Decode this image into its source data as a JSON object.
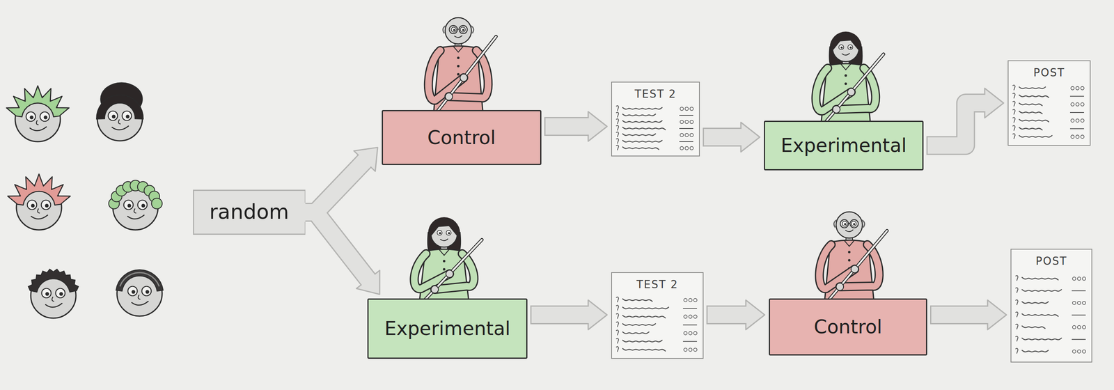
{
  "diagram": {
    "nodes": [
      {
        "text": [
          "random"
        ]
      },
      {
        "text": [
          "Control"
        ]
      },
      {
        "text": [
          "TEST 2"
        ]
      },
      {
        "text": [
          "Experimental"
        ]
      },
      {
        "text": [
          "POST"
        ]
      },
      {
        "text": [
          "Experimental"
        ]
      },
      {
        "text": [
          "TEST 2"
        ]
      },
      {
        "text": [
          "Control"
        ]
      },
      {
        "text": [
          "POST"
        ]
      }
    ],
    "edges": [
      {
        "from": 0,
        "to": 1,
        "arrow": "to"
      },
      {
        "from": 0,
        "to": 5,
        "arrow": "to"
      },
      {
        "from": 1,
        "to": 2,
        "arrow": "to"
      },
      {
        "from": 2,
        "to": 3,
        "arrow": "to"
      },
      {
        "from": 3,
        "to": 4,
        "arrow": "to"
      },
      {
        "from": 5,
        "to": 6,
        "arrow": "to"
      },
      {
        "from": 6,
        "to": 7,
        "arrow": "to"
      },
      {
        "from": 7,
        "to": 8,
        "arrow": "to"
      }
    ]
  }
}
